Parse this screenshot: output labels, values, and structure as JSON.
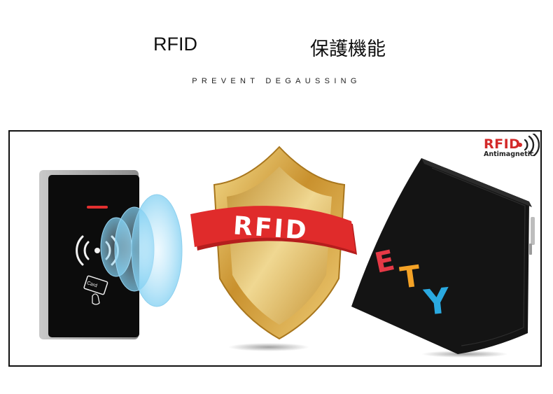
{
  "header": {
    "title_left": "RFID",
    "title_right": "保護機能",
    "subtitle": "PREVENT DEGAUSSING"
  },
  "banner": {
    "badge_word": "RFID",
    "badge_sub": "Antimagnetic",
    "shield_label": "RFID",
    "card_label": "Card",
    "wallet_letters": [
      "E",
      "T",
      "Y"
    ]
  },
  "colors": {
    "accent_red": "#d32a2a",
    "gold": "#d9a93a",
    "wallet_black": "#141414",
    "reader_glow": "#e23030"
  },
  "icons": [
    "wireless-signal-icon",
    "card-tap-icon",
    "wave-icon"
  ]
}
